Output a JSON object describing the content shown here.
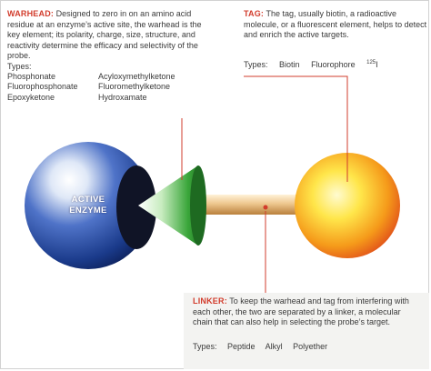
{
  "warhead": {
    "title": "WARHEAD:",
    "description": "Designed to zero in on an amino acid residue at an enzyme’s active site, the warhead is the key element; its polarity, charge, size, structure, and reactivity determine the efficacy and selectivity of the probe.",
    "types_label": "Types:",
    "types_col1": [
      "Phosphonate",
      "Fluorophosphonate",
      "Epoxyketone"
    ],
    "types_col2": [
      "Acyloxymethylketone",
      "Fluoromethylketone",
      "Hydroxamate"
    ]
  },
  "tag": {
    "title": "TAG:",
    "description": "The tag, usually biotin, a radioactive molecule, or a fluorescent element, helps to detect and enrich the active targets.",
    "types_label": "Types:",
    "types": [
      "Biotin",
      "Fluorophore"
    ],
    "isotope_mass": "125",
    "isotope_symbol": "I"
  },
  "linker": {
    "title": "LINKER:",
    "description": "To keep the warhead and tag from interfering with each other, the two are separated by a linker, a molecular chain that can also help in selecting the probe’s target.",
    "types_label": "Types:",
    "types": [
      "Peptide",
      "Alkyl",
      "Polyether"
    ]
  },
  "enzyme": {
    "label_line1": "ACTIVE",
    "label_line2": "ENZYME"
  },
  "colors": {
    "accent": "#d23c2c",
    "enzyme_blue": "#1a3a8a",
    "warhead_green": "#3aa63a",
    "tag_orange": "#f29b1a",
    "tag_yellow": "#ffe64a",
    "linker_tan": "#e6b87a"
  }
}
